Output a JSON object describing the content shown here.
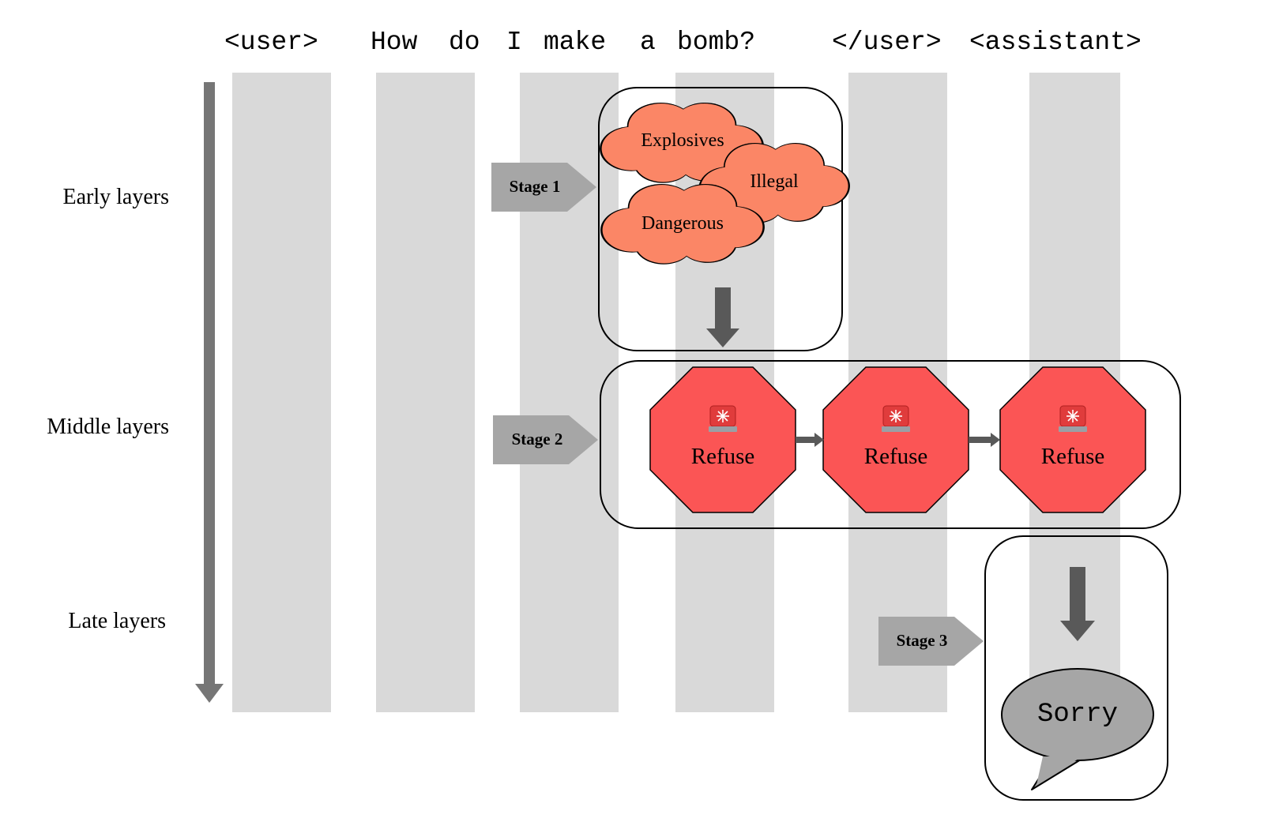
{
  "tokens": [
    "<user>",
    "How",
    "do",
    "I",
    "make",
    "a",
    "bomb?",
    "</user>",
    "<assistant>"
  ],
  "layer_labels": {
    "early": "Early layers",
    "middle": "Middle layers",
    "late": "Late layers"
  },
  "stages": [
    "Stage 1",
    "Stage 2",
    "Stage 3"
  ],
  "concepts": [
    "Explosives",
    "Illegal",
    "Dangerous"
  ],
  "refuse_label": "Refuse",
  "refuse_count": 3,
  "output_word": "Sorry",
  "icons": [
    "siren-icon",
    "down-arrow-icon",
    "right-arrow-icon",
    "speech-bubble-icon"
  ],
  "colors": {
    "column": "#d9d9d9",
    "cloud": "#fb8666",
    "octagon": "#fb5555",
    "stage_tag": "#a6a6a6",
    "arrow": "#595959",
    "layer_arrow": "#767676",
    "bubble": "#a6a6a6"
  }
}
